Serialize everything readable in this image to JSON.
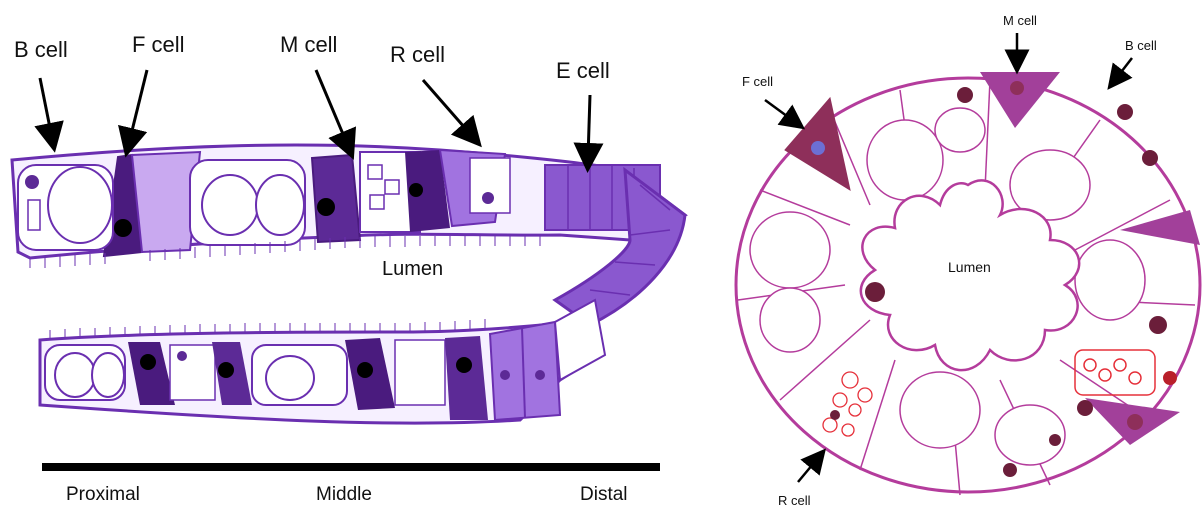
{
  "long_section": {
    "labels": {
      "b_cell": "B cell",
      "f_cell": "F cell",
      "m_cell": "M cell",
      "r_cell": "R cell",
      "e_cell": "E cell",
      "lumen": "Lumen"
    },
    "axis": {
      "proximal": "Proximal",
      "middle": "Middle",
      "distal": "Distal"
    }
  },
  "cross_section": {
    "labels": {
      "m_cell": "M cell",
      "b_cell": "B cell",
      "f_cell": "F cell",
      "r_cell": "R cell",
      "lumen": "Lumen"
    }
  },
  "colors": {
    "outline_purple": "#6a2fb0",
    "b_cell_fill": "#f6f0ff",
    "f_cell_fill": "#4a1b7e",
    "m_cell_fill": "#5c2a96",
    "r_cell_fill": "#a173e0",
    "e_cell_fill": "#8a58cf",
    "cross_outline": "#b43c9c",
    "cross_f_fill": "#8e2f5a",
    "cross_m_fill": "#a2409a",
    "cross_r_outline": "#e6303a",
    "nucleus_dark": "#6b1e3a"
  }
}
